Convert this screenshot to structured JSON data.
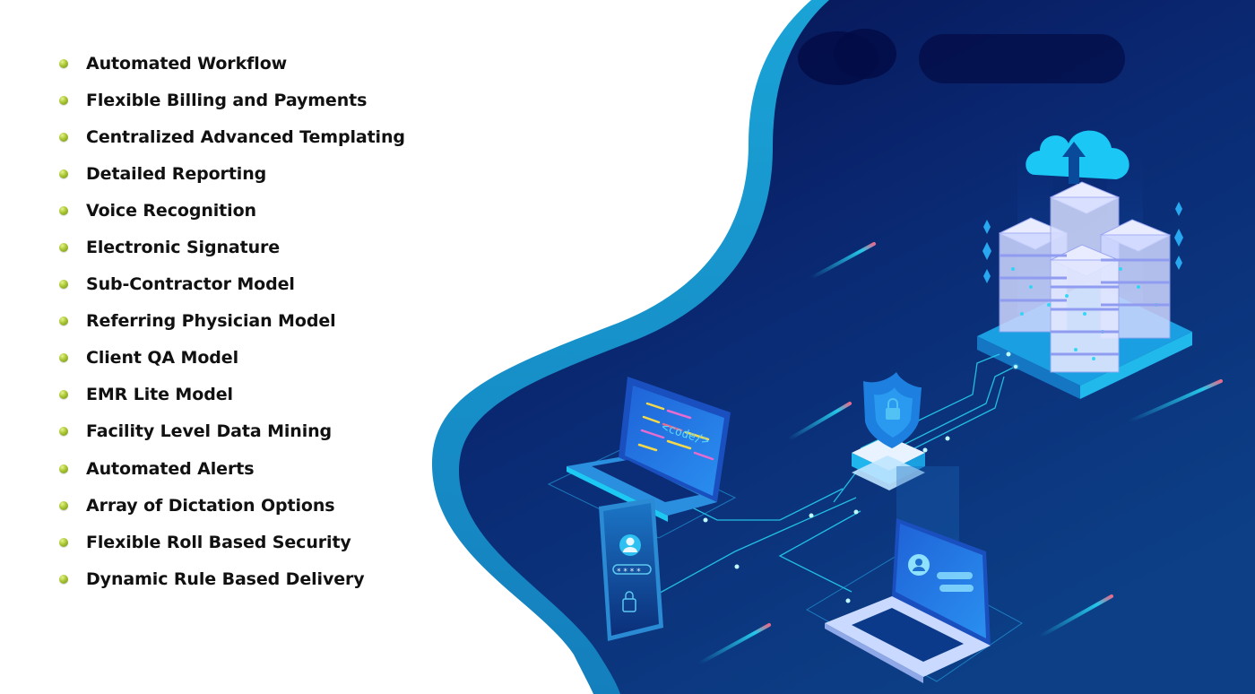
{
  "features": [
    {
      "label": "Automated Workflow"
    },
    {
      "label": "Flexible Billing and Payments"
    },
    {
      "label": "Centralized Advanced Templating"
    },
    {
      "label": "Detailed Reporting"
    },
    {
      "label": "Voice Recognition"
    },
    {
      "label": "Electronic Signature"
    },
    {
      "label": "Sub-Contractor Model"
    },
    {
      "label": "Referring Physician Model"
    },
    {
      "label": "Client QA Model"
    },
    {
      "label": "EMR Lite Model"
    },
    {
      "label": "Facility Level Data Mining"
    },
    {
      "label": "Automated Alerts"
    },
    {
      "label": "Array of Dictation Options"
    },
    {
      "label": "Flexible Roll Based Security"
    },
    {
      "label": "Dynamic Rule Based Delivery"
    }
  ],
  "illustration": {
    "laptop_screen_text": "<code/>",
    "password_mask": "* * * *",
    "colors": {
      "bullet": "#a9c634",
      "background_dark": "#0a1a5c",
      "wave_edge": "#1693c9",
      "glow": "#28d6f5",
      "accent_streak": "#e86b8a"
    }
  }
}
